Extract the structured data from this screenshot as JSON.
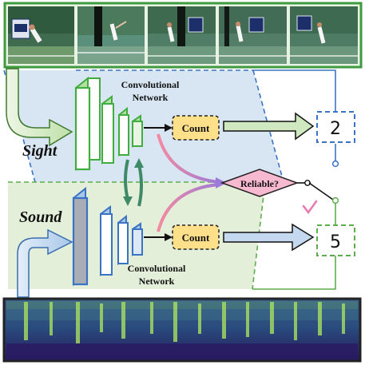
{
  "modalities": {
    "sight": {
      "label": "Sight",
      "prediction": "2",
      "color": "#3a73c4",
      "panel_color": "#d8e6f4"
    },
    "sound": {
      "label": "Sound",
      "prediction": "5",
      "color": "#5cae4c",
      "panel_color": "#e4efd9"
    }
  },
  "networks": {
    "sight": {
      "label_line1": "Convolutional",
      "label_line2": "Network",
      "block_color": "#3fae3f"
    },
    "sound": {
      "label_line1": "Convolutional",
      "label_line2": "Network",
      "block_color": "#3a73c4"
    }
  },
  "count_boxes": {
    "sight": "Count",
    "sound": "Count",
    "fill": "#ffe08a"
  },
  "decision": {
    "label": "Reliable?",
    "fill": "#f7b9cf",
    "selected_mark": "checkmark-icon",
    "mark_color": "#e879b0"
  },
  "video_strip": {
    "frame_count": 5,
    "border_color": "#3f9a3f"
  },
  "spectrogram": {
    "border_color": "#222222"
  }
}
